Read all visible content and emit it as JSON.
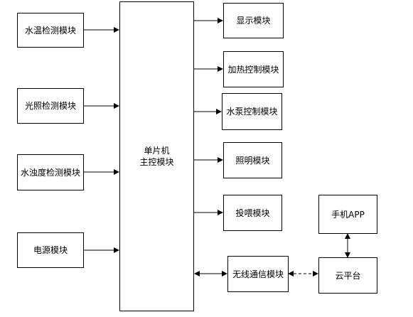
{
  "inputs": {
    "water_temp": "水温检测模块",
    "light": "光照检测模块",
    "turbidity": "水浊度检测模块",
    "power": "电源模块"
  },
  "mcu": {
    "line1": "单片机",
    "line2": "主控模块"
  },
  "outputs": {
    "display": "显示模块",
    "heating": "加热控制模块",
    "pump": "水泵控制模块",
    "lighting": "照明模块",
    "feeding": "投喂模块",
    "wireless": "无线通信模块"
  },
  "remote": {
    "app": "手机APP",
    "cloud": "云平台"
  }
}
